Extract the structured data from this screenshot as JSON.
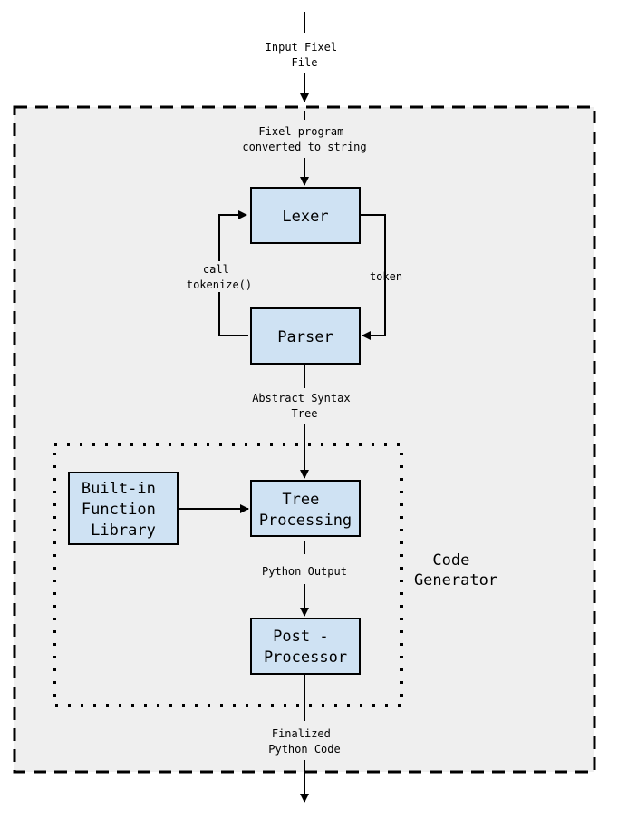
{
  "colors": {
    "box_fill": "#cfe2f3",
    "region_fill": "#efefef",
    "stroke": "#000000"
  },
  "labels": {
    "input": [
      "Input Fixel",
      "File"
    ],
    "converted": [
      "Fixel program",
      "converted to string"
    ],
    "call_tokenize": [
      "call",
      "tokenize()"
    ],
    "token": "token",
    "ast": [
      "Abstract Syntax",
      "Tree"
    ],
    "python_output": "Python Output",
    "finalized": [
      "Finalized",
      "Python Code"
    ],
    "code_generator": [
      "Code",
      "Generator"
    ]
  },
  "boxes": {
    "lexer": [
      "Lexer"
    ],
    "parser": [
      "Parser"
    ],
    "builtin": [
      "Built-in",
      "Function",
      "Library"
    ],
    "tree": [
      "Tree",
      "Processing"
    ],
    "post": [
      "Post -",
      "Processor"
    ]
  }
}
